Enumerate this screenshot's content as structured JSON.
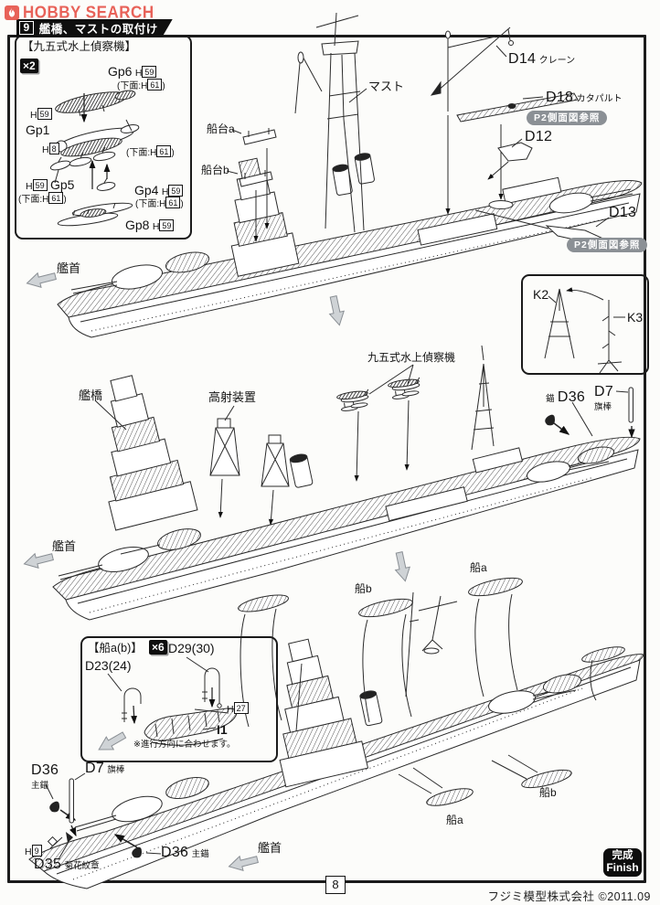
{
  "watermark": {
    "brand": "HOBBY SEARCH"
  },
  "header": {
    "step": "9",
    "title": "艦橋、マストの取付け"
  },
  "codes": {
    "h": "H",
    "n8": "8",
    "n9": "9",
    "n27": "27",
    "n59": "59",
    "n61": "61",
    "under_open": "(下面:H",
    "under_close": ")"
  },
  "plane_box": {
    "title": "【九五式水上偵察機】",
    "qty": "×2",
    "gp1": "Gp1",
    "gp4": "Gp4",
    "gp5": "Gp5",
    "gp6": "Gp6",
    "gp8": "Gp8"
  },
  "ship_top": {
    "mast": "マスト",
    "cradle_a": "船台a",
    "cradle_b": "船台b",
    "bow": "艦首",
    "d14": "D14",
    "d14_note": "クレーン",
    "d18": "D18",
    "d18_note": "カタパルト",
    "d12": "D12",
    "d13": "D13",
    "p2_ref": "P2側面図参照"
  },
  "mast_box": {
    "k2": "K2",
    "k3": "K3"
  },
  "ship_mid": {
    "seaplane": "九五式水上偵察機",
    "bridge": "艦橋",
    "aa_mount": "高射装置",
    "bow": "艦首",
    "anchor": "錨",
    "d36": "D36",
    "d7": "D7",
    "flagpole": "旗棒"
  },
  "boat_box": {
    "title": "【船a(b)】",
    "qty": "×6",
    "d29": "D29(30)",
    "d23": "D23(24)",
    "i1": "I1",
    "note": "※進行方向に合わせます。"
  },
  "ship_bottom": {
    "boat_a": "船a",
    "boat_b": "船b",
    "d36": "D36",
    "main_anchor": "主錨",
    "d7": "D7",
    "flagpole": "旗棒",
    "d35": "D35",
    "crest": "菊花紋章",
    "bow": "艦首"
  },
  "footer": {
    "page": "8",
    "publisher": "フジミ模型株式会社 ©2011.09",
    "finish_jp": "完成",
    "finish_en": "Finish"
  }
}
